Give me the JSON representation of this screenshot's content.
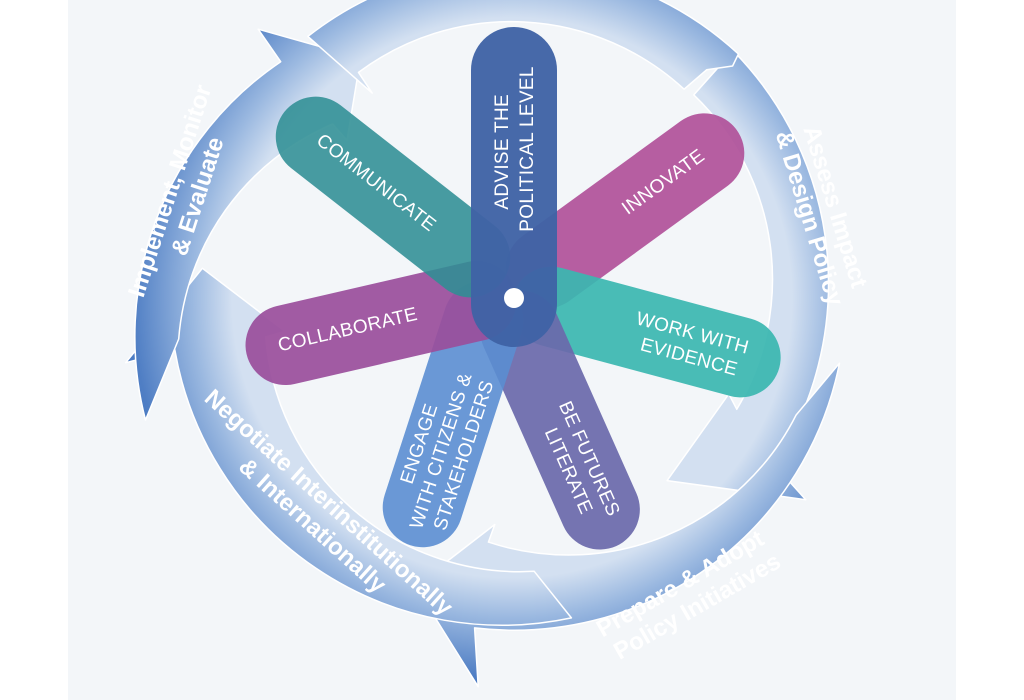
{
  "ring_stages": [
    {
      "id": "assess",
      "lines": [
        "Assess Impact",
        "& Design Policy"
      ]
    },
    {
      "id": "prepare",
      "lines": [
        "Prepare & Adopt",
        "Policy Initiatives"
      ]
    },
    {
      "id": "negotiate",
      "lines": [
        "Negotiate Interinstitutionally",
        "& Internationally"
      ]
    },
    {
      "id": "implement",
      "lines": [
        "Implement, Monitor",
        "& Evaluate"
      ]
    },
    {
      "id": "top",
      "lines": []
    }
  ],
  "petals": [
    {
      "id": "advise",
      "lines": [
        "ADVISE THE",
        "POLITICAL LEVEL"
      ],
      "color": "#3f63a6"
    },
    {
      "id": "innovate",
      "lines": [
        "INNOVATE"
      ],
      "color": "#b0529a"
    },
    {
      "id": "evidence",
      "lines": [
        "WORK WITH",
        "EVIDENCE"
      ],
      "color": "#3bb7b0"
    },
    {
      "id": "futures",
      "lines": [
        "BE FUTURES",
        "LITERATE"
      ],
      "color": "#6a69ab"
    },
    {
      "id": "engage",
      "lines": [
        "ENGAGE",
        "WITH CITIZENS &",
        "STAKEHOLDERS"
      ],
      "color": "#5b8ed2"
    },
    {
      "id": "collaborate",
      "lines": [
        "COLLABORATE"
      ],
      "color": "#9a4f9c"
    },
    {
      "id": "communicate",
      "lines": [
        "COMMUNICATE"
      ],
      "color": "#2f8e94"
    }
  ],
  "colors": {
    "ring_dark": "#4c7cc3",
    "ring_light": "#c9d9ee",
    "hub": "#ffffff"
  }
}
